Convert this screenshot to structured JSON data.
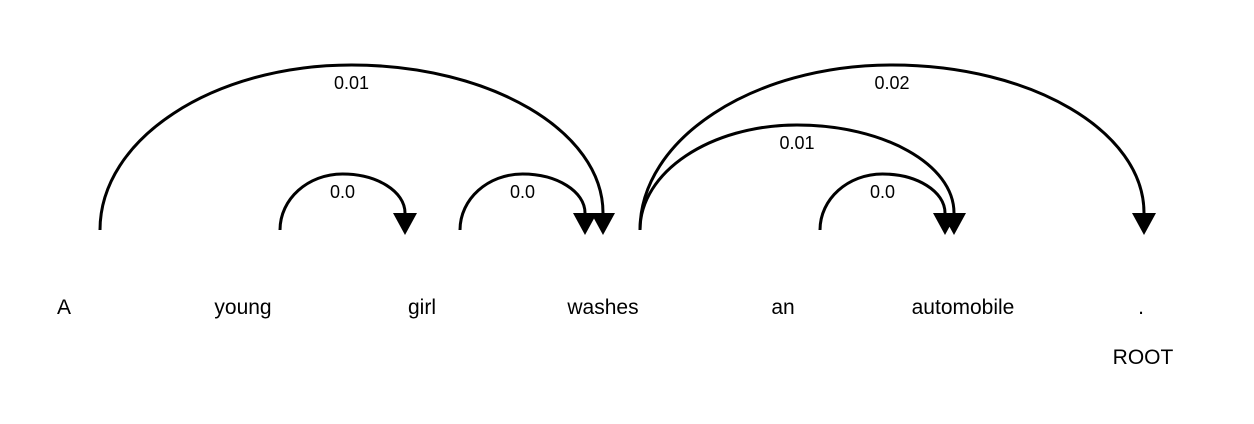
{
  "tokens": [
    {
      "text": "A"
    },
    {
      "text": "young"
    },
    {
      "text": "girl"
    },
    {
      "text": "washes"
    },
    {
      "text": "an"
    },
    {
      "text": "automobile"
    },
    {
      "text": "."
    }
  ],
  "root_label": "ROOT",
  "arcs": [
    {
      "from": 0,
      "to": 3,
      "label": "0.01"
    },
    {
      "from": 1,
      "to": 2,
      "label": "0.0"
    },
    {
      "from": 2,
      "to": 3,
      "label": "0.0"
    },
    {
      "from": 3,
      "to": 5,
      "label": "0.01"
    },
    {
      "from": 3,
      "to": 6,
      "label": "0.02"
    },
    {
      "from": 4,
      "to": 5,
      "label": "0.0"
    }
  ],
  "colors": {
    "stroke": "#000000",
    "text": "#000000",
    "background": "#ffffff"
  }
}
